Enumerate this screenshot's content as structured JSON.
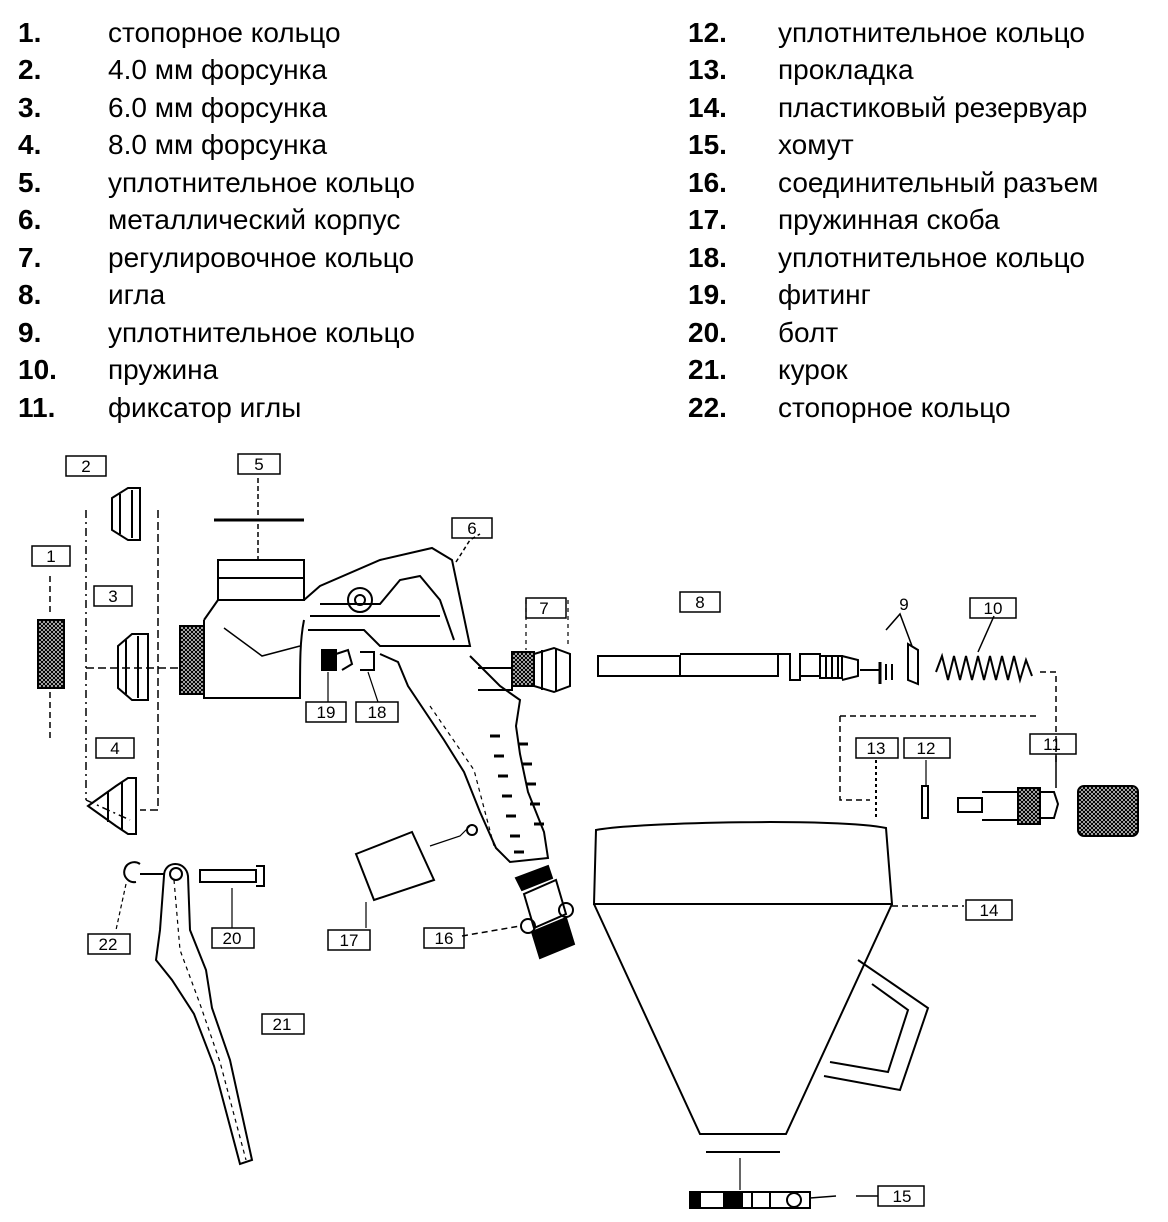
{
  "legend": {
    "left": [
      {
        "num": "1.",
        "label": "стопорное кольцо"
      },
      {
        "num": "2.",
        "label": "4.0 мм форсунка"
      },
      {
        "num": "3.",
        "label": "6.0 мм форсунка"
      },
      {
        "num": "4.",
        "label": "8.0 мм форсунка"
      },
      {
        "num": "5.",
        "label": "уплотнительное кольцо"
      },
      {
        "num": "6.",
        "label": "металлический корпус"
      },
      {
        "num": "7.",
        "label": "регулировочное кольцо"
      },
      {
        "num": "8.",
        "label": "игла"
      },
      {
        "num": "9.",
        "label": "уплотнительное кольцо"
      },
      {
        "num": "10.",
        "label": "пружина"
      },
      {
        "num": "11.",
        "label": "фиксатор иглы"
      }
    ],
    "right": [
      {
        "num": "12.",
        "label": "уплотнительное кольцо"
      },
      {
        "num": "13.",
        "label": "прокладка"
      },
      {
        "num": "14.",
        "label": "пластиковый резервуар"
      },
      {
        "num": "15.",
        "label": "хомут"
      },
      {
        "num": "16.",
        "label": "соединительный разъем"
      },
      {
        "num": "17.",
        "label": "пружинная скоба"
      },
      {
        "num": "18.",
        "label": "уплотнительное кольцо"
      },
      {
        "num": "19.",
        "label": "фитинг"
      },
      {
        "num": "20.",
        "label": "болт"
      },
      {
        "num": "21.",
        "label": "курок"
      },
      {
        "num": "22.",
        "label": "стопорное кольцо"
      }
    ]
  },
  "callouts": {
    "c1": "1",
    "c2": "2",
    "c3": "3",
    "c4": "4",
    "c5": "5",
    "c6": "6",
    "c7": "7",
    "c8": "8",
    "c9": "9",
    "c10": "10",
    "c11": "11",
    "c12": "12",
    "c13": "13",
    "c14": "14",
    "c15": "15",
    "c16": "16",
    "c17": "17",
    "c18": "18",
    "c19": "19",
    "c20": "20",
    "c21": "21",
    "c22": "22"
  }
}
